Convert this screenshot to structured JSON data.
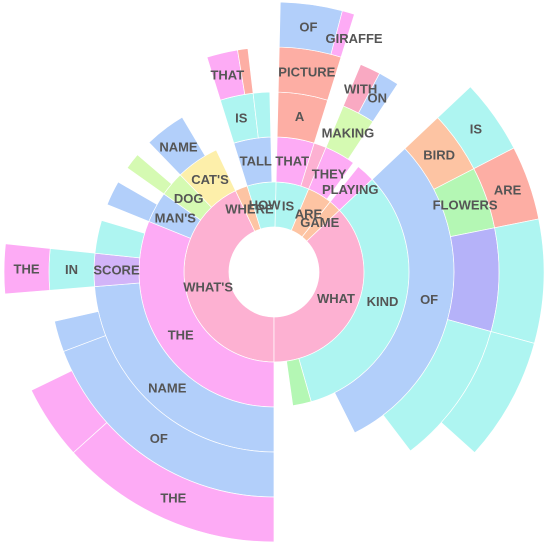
{
  "chart_data": {
    "type": "sunburst",
    "title": "",
    "colors": {
      "pink": "#fdb1d2",
      "cyan": "#aef5f1",
      "blue": "#b2cffa",
      "magenta": "#fdabf5",
      "salmon": "#fdaea4",
      "green": "#b4f7b4",
      "yellow": "#fdefaa",
      "lilac": "#d2b4f8",
      "violet": "#b5b2f9",
      "lime": "#d5fab2",
      "orange": "#fdc4a3",
      "tan": "#fde2b1",
      "mint": "#a8f4d8",
      "rose": "#f9a9c2"
    },
    "root": {
      "children": [
        {
          "label": "WHAT'S",
          "value": 29,
          "color": "pink",
          "children": [
            {
              "label": "THE",
              "value": 21,
              "color": "magenta",
              "children": [
                {
                  "label": "NAME",
                  "value": 16,
                  "color": "blue",
                  "children": [
                    {
                      "label": "OF",
                      "value": 13,
                      "color": "blue",
                      "children": [
                        {
                          "label": "THE",
                          "value": 9,
                          "color": "magenta"
                        },
                        {
                          "label": "",
                          "value": 3,
                          "color": "magenta"
                        }
                      ]
                    },
                    {
                      "label": "",
                      "value": 1.5,
                      "color": "blue"
                    }
                  ]
                },
                {
                  "label": "SCORE",
                  "value": 2,
                  "color": "lilac",
                  "children": [
                    {
                      "label": "IN",
                      "value": 2,
                      "color": "cyan",
                      "children": [
                        {
                          "label": "THE",
                          "value": 2,
                          "color": "magenta"
                        }
                      ]
                    }
                  ]
                },
                {
                  "label": "",
                  "value": 2,
                  "color": "cyan"
                }
              ]
            },
            {
              "label": "MAN'S",
              "value": 2.5,
              "color": "blue",
              "children": [
                {
                  "label": "",
                  "value": 1.5,
                  "color": "blue"
                }
              ]
            },
            {
              "label": "DOG",
              "value": 2,
              "color": "lime",
              "children": [
                {
                  "label": "",
                  "value": 1,
                  "color": "lime"
                }
              ]
            },
            {
              "label": "CAT'S",
              "value": 3.5,
              "color": "yellow",
              "children": [
                {
                  "label": "NAME",
                  "value": 2.5,
                  "color": "blue"
                }
              ]
            }
          ]
        },
        {
          "label": "WHERE",
          "value": 1.5,
          "color": "orange"
        },
        {
          "label": "HOW",
          "value": 3.5,
          "color": "cyan",
          "children": [
            {
              "label": "TALL",
              "value": 3,
              "color": "blue",
              "children": [
                {
                  "label": "IS",
                  "value": 2,
                  "color": "cyan",
                  "children": [
                    {
                      "label": "THAT",
                      "value": 1.5,
                      "color": "magenta"
                    },
                    {
                      "label": "",
                      "value": 0.5,
                      "color": "salmon"
                    }
                  ]
                },
                {
                  "label": "",
                  "value": 1,
                  "color": "cyan"
                }
              ]
            }
          ]
        },
        {
          "label": "IS",
          "value": 4,
          "color": "cyan",
          "children": [
            {
              "label": "THAT",
              "value": 3,
              "color": "magenta",
              "children": [
                {
                  "label": "A",
                  "value": 3,
                  "color": "salmon",
                  "children": [
                    {
                      "label": "PICTURE",
                      "value": 3,
                      "color": "salmon",
                      "children": [
                        {
                          "label": "OF",
                          "value": 2.5,
                          "color": "blue"
                        },
                        {
                          "label": "",
                          "value": 0.5,
                          "color": "magenta"
                        }
                      ]
                    }
                  ]
                }
              ]
            },
            {
              "label": "",
              "value": 1,
              "color": "pink"
            }
          ]
        },
        {
          "label": "ARE",
          "value": 3,
          "color": "orange",
          "children": [
            {
              "label": "THEY",
              "value": 2.5,
              "color": "magenta",
              "children": [
                {
                  "label": "MAKING",
                  "value": 2,
                  "color": "lime",
                  "children": [
                    {
                      "label": "WITH",
                      "value": 1,
                      "color": "rose"
                    },
                    {
                      "label": "ON",
                      "value": 1,
                      "color": "blue"
                    }
                  ]
                }
              ]
            }
          ]
        },
        {
          "label": "GAME",
          "value": 1.5,
          "color": "orange",
          "children": [
            {
              "label": "PLAYING",
              "value": 1.5,
              "color": "magenta"
            }
          ]
        },
        {
          "label": "WHAT",
          "value": 25,
          "color": "pink",
          "children": [
            {
              "label": "KIND",
              "value": 22,
              "color": "cyan",
              "children": [
                {
                  "label": "OF",
                  "value": 20,
                  "color": "blue",
                  "children": [
                    {
                      "label": "BIRD",
                      "value": 3,
                      "color": "orange",
                      "children": [
                        {
                          "label": "IS",
                          "value": 3,
                          "color": "cyan"
                        }
                      ]
                    },
                    {
                      "label": "FLOWERS",
                      "value": 3,
                      "color": "green",
                      "children": [
                        {
                          "label": "ARE",
                          "value": 3,
                          "color": "salmon"
                        }
                      ]
                    },
                    {
                      "label": "",
                      "value": 5,
                      "color": "violet",
                      "children": [
                        {
                          "label": "",
                          "value": 5,
                          "color": "cyan"
                        }
                      ]
                    },
                    {
                      "label": "",
                      "value": 7,
                      "color": "cyan",
                      "children": [
                        {
                          "label": "",
                          "value": 5,
                          "color": "cyan"
                        }
                      ]
                    }
                  ]
                }
              ]
            },
            {
              "label": "",
              "value": 1.5,
              "color": "green"
            }
          ]
        }
      ]
    },
    "outer_extra_labels": [
      {
        "label": "GIRAFFE",
        "color": "green"
      }
    ]
  }
}
